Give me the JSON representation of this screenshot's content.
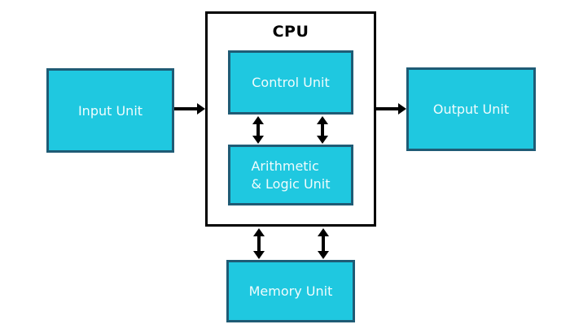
{
  "diagram": {
    "title": "CPU",
    "boxes": {
      "input": {
        "label": "Input Unit"
      },
      "control": {
        "label": "Control Unit"
      },
      "alu": {
        "line1": "Arithmetic",
        "line2": "& Logic Unit"
      },
      "output": {
        "label": "Output Unit"
      },
      "memory": {
        "label": "Memory Unit"
      }
    },
    "arrows": [
      {
        "name": "input-to-cpu",
        "direction": "right",
        "heads": 1
      },
      {
        "name": "cpu-to-output",
        "direction": "right",
        "heads": 1
      },
      {
        "name": "control-alu-left",
        "direction": "vertical",
        "heads": 2
      },
      {
        "name": "control-alu-right",
        "direction": "vertical",
        "heads": 2
      },
      {
        "name": "cpu-memory-left",
        "direction": "vertical",
        "heads": 2
      },
      {
        "name": "cpu-memory-right",
        "direction": "vertical",
        "heads": 2
      }
    ],
    "colors": {
      "box_fill": "#1fc8e0",
      "box_border": "#1f5b75",
      "cpu_border": "#000000",
      "arrow": "#000000",
      "label_text": "#f0fcfd",
      "title_text": "#000000",
      "background": "#ffffff"
    }
  }
}
